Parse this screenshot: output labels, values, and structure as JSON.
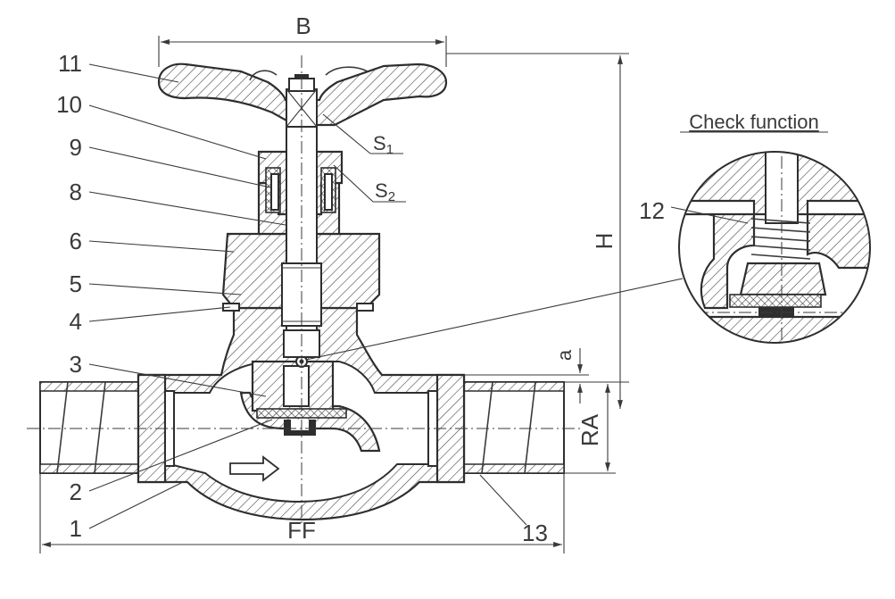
{
  "title": "Check function",
  "part_numbers": [
    "1",
    "2",
    "3",
    "4",
    "5",
    "6",
    "8",
    "9",
    "10",
    "11",
    "12",
    "13"
  ],
  "dimensions": {
    "width_handwheel": "B",
    "height": "H",
    "face_to_face": "FF",
    "pipe_offset": "RA",
    "gap": "a"
  },
  "welds": {
    "s1": {
      "letter": "S",
      "index": "1"
    },
    "s2": {
      "letter": "S",
      "index": "2"
    }
  },
  "flow_direction": "right"
}
